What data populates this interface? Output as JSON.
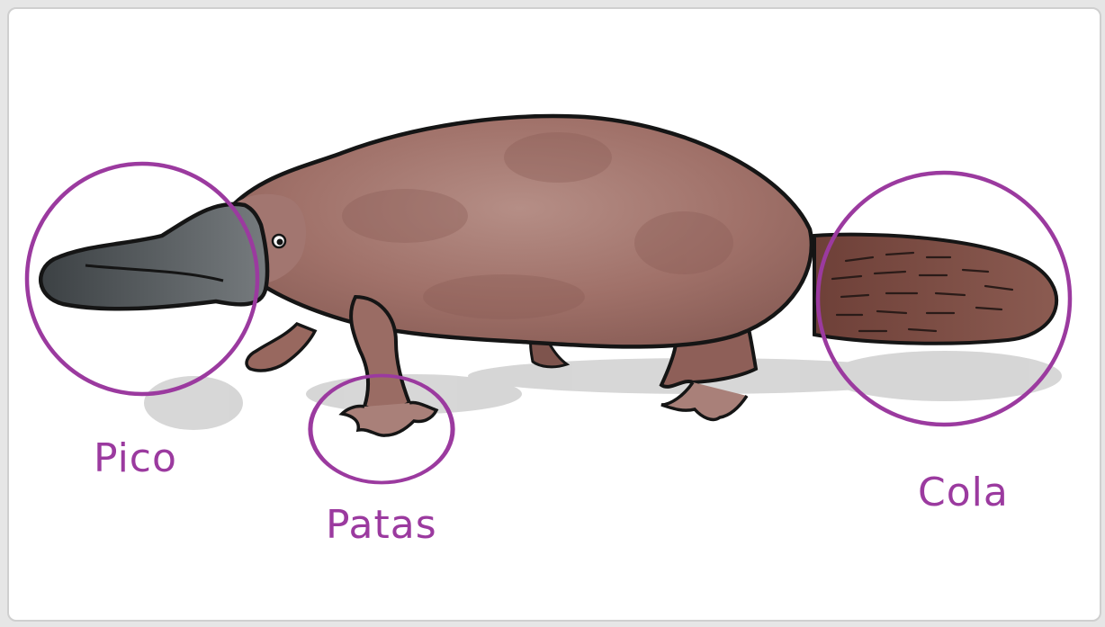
{
  "labels": {
    "beak": "Pico",
    "feet": "Patas",
    "tail": "Cola"
  },
  "colors": {
    "highlight": "#9b3a9f",
    "body": "#9c7067",
    "beak": "#5f6366",
    "tail": "#7b4a3f",
    "outline": "#151515"
  }
}
